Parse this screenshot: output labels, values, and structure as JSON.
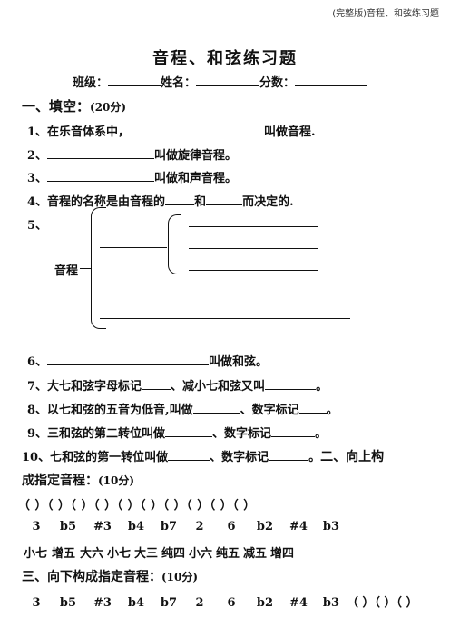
{
  "header_note": "(完整版)音程、和弦练习题",
  "title": "音程、和弦练习题",
  "info": {
    "class_label": "班级：",
    "name_label": "姓名：",
    "score_label": "分数："
  },
  "section1": {
    "heading": "一、填空：",
    "points": "(20分)",
    "q1": {
      "pre": "1、在乐音体系中，",
      "post": "叫做音程."
    },
    "q2": {
      "pre": "2、",
      "post": "叫做旋律音程。"
    },
    "q3": {
      "pre": "3、",
      "post": "叫做和声音程。"
    },
    "q4": {
      "pre": "4、音程的名称是由音程的",
      "mid": "和",
      "post": "而决定的."
    },
    "q5": {
      "number": "5、",
      "center_label": "音程"
    },
    "q6": {
      "pre": "6、",
      "post": "叫做和弦。"
    },
    "q7": {
      "pre": "7、大七和弦字母标记",
      "mid": "、减小七和弦又叫",
      "post": "。"
    },
    "q8": {
      "pre": "8、以七和弦的五音为低音,叫做",
      "mid": "、数字标记",
      "post": "。"
    },
    "q9": {
      "pre": "9、三和弦的第二转位叫做",
      "mid": "、数字标记",
      "post": "。"
    },
    "q10": {
      "pre": "10、七和弦的第一转位叫做",
      "mid": "、数字标记",
      "post": "。"
    }
  },
  "section2": {
    "heading_a": "二、向上构",
    "heading_b": "成指定音程：",
    "points": "(10分)",
    "parens": "（ ）（ ）（ ）（ ）（ ）（ ）（ ）（ ）（ ）（ ）",
    "notes": [
      "3",
      "b5",
      "#3",
      "b4",
      "b7",
      "2",
      "6",
      "b2",
      "#4",
      "b3"
    ],
    "intervals": [
      "小七",
      "增五",
      "大六",
      "小七",
      "大三",
      "纯四",
      "小六",
      "纯五",
      "减五",
      "增四"
    ]
  },
  "section3": {
    "heading": "三、向下构成指定音程：",
    "points": "(10分)",
    "notes": [
      "3",
      "b5",
      "#3",
      "b4",
      "b7",
      "2",
      "6",
      "b2",
      "#4",
      "b3"
    ],
    "tail_parens": "（ ）（ ）（ ）"
  }
}
